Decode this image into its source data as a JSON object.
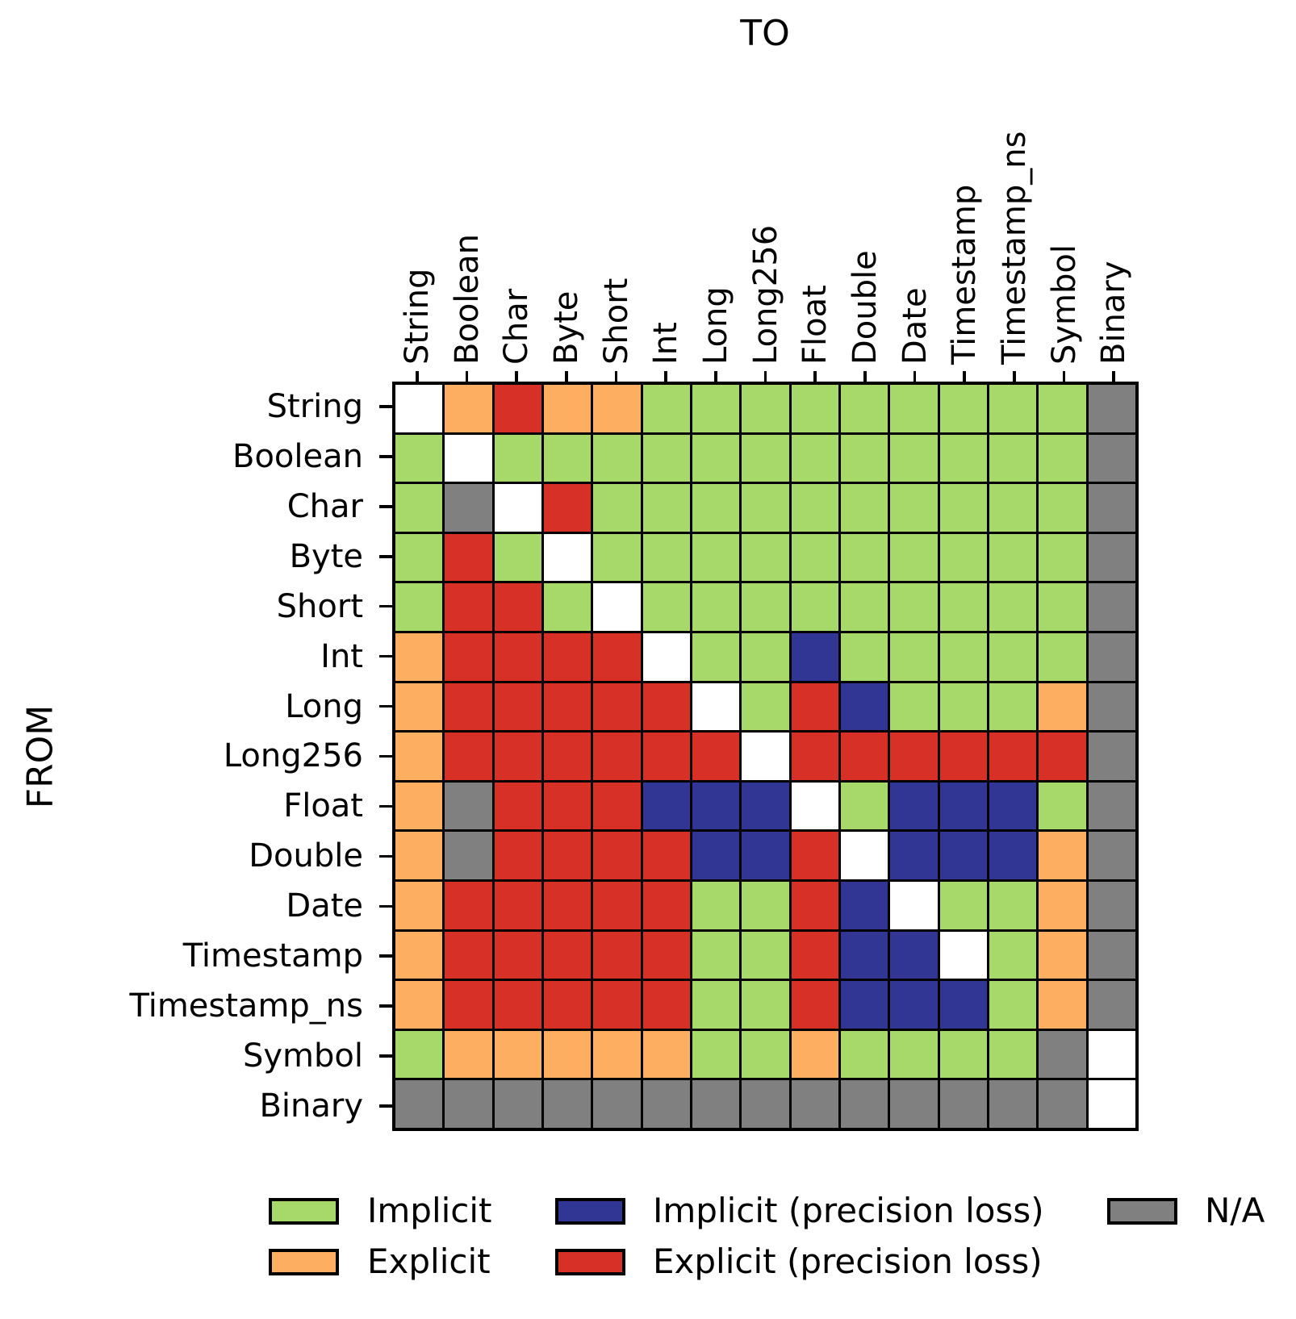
{
  "chart_data": {
    "type": "heatmap",
    "title": "TO",
    "ylabel": "FROM",
    "x_categories": [
      "String",
      "Boolean",
      "Char",
      "Byte",
      "Short",
      "Int",
      "Long",
      "Long256",
      "Float",
      "Double",
      "Date",
      "Timestamp",
      "Timestamp_ns",
      "Symbol",
      "Binary"
    ],
    "y_categories": [
      "String",
      "Boolean",
      "Char",
      "Byte",
      "Short",
      "Int",
      "Long",
      "Long256",
      "Float",
      "Double",
      "Date",
      "Timestamp",
      "Timestamp_ns",
      "Symbol",
      "Binary"
    ],
    "value_codes": {
      "I": "Implicit",
      "E": "Explicit",
      "IP": "Implicit (precision loss)",
      "EP": "Explicit (precision loss)",
      "NA": "N/A",
      "S": "Same type (blank)"
    },
    "palette": {
      "I": "#a6d96a",
      "E": "#fdae61",
      "IP": "#313695",
      "EP": "#d73027",
      "NA": "#808080",
      "S": "#ffffff"
    },
    "values": [
      [
        "S",
        "E",
        "EP",
        "E",
        "E",
        "I",
        "I",
        "I",
        "I",
        "I",
        "I",
        "I",
        "I",
        "I",
        "NA"
      ],
      [
        "I",
        "S",
        "I",
        "I",
        "I",
        "I",
        "I",
        "I",
        "I",
        "I",
        "I",
        "I",
        "I",
        "I",
        "NA"
      ],
      [
        "I",
        "NA",
        "S",
        "EP",
        "I",
        "I",
        "I",
        "I",
        "I",
        "I",
        "I",
        "I",
        "I",
        "I",
        "NA"
      ],
      [
        "I",
        "EP",
        "I",
        "S",
        "I",
        "I",
        "I",
        "I",
        "I",
        "I",
        "I",
        "I",
        "I",
        "I",
        "NA"
      ],
      [
        "I",
        "EP",
        "EP",
        "I",
        "S",
        "I",
        "I",
        "I",
        "I",
        "I",
        "I",
        "I",
        "I",
        "I",
        "NA"
      ],
      [
        "E",
        "EP",
        "EP",
        "EP",
        "EP",
        "S",
        "I",
        "I",
        "IP",
        "I",
        "I",
        "I",
        "I",
        "I",
        "NA"
      ],
      [
        "E",
        "EP",
        "EP",
        "EP",
        "EP",
        "EP",
        "S",
        "I",
        "EP",
        "IP",
        "I",
        "I",
        "I",
        "E",
        "NA"
      ],
      [
        "E",
        "EP",
        "EP",
        "EP",
        "EP",
        "EP",
        "EP",
        "S",
        "EP",
        "EP",
        "EP",
        "EP",
        "EP",
        "EP",
        "NA"
      ],
      [
        "E",
        "NA",
        "EP",
        "EP",
        "EP",
        "IP",
        "IP",
        "IP",
        "S",
        "I",
        "IP",
        "IP",
        "IP",
        "I",
        "NA"
      ],
      [
        "E",
        "NA",
        "EP",
        "EP",
        "EP",
        "EP",
        "IP",
        "IP",
        "EP",
        "S",
        "IP",
        "IP",
        "IP",
        "E",
        "NA"
      ],
      [
        "E",
        "EP",
        "EP",
        "EP",
        "EP",
        "EP",
        "I",
        "I",
        "EP",
        "IP",
        "S",
        "I",
        "I",
        "E",
        "NA"
      ],
      [
        "E",
        "EP",
        "EP",
        "EP",
        "EP",
        "EP",
        "I",
        "I",
        "EP",
        "IP",
        "IP",
        "S",
        "I",
        "E",
        "NA"
      ],
      [
        "E",
        "EP",
        "EP",
        "EP",
        "EP",
        "EP",
        "I",
        "I",
        "EP",
        "IP",
        "IP",
        "IP",
        "I",
        "E",
        "NA"
      ],
      [
        "I",
        "E",
        "E",
        "E",
        "E",
        "E",
        "I",
        "I",
        "E",
        "I",
        "I",
        "I",
        "I",
        "NA",
        "S"
      ],
      [
        "NA",
        "NA",
        "NA",
        "NA",
        "NA",
        "NA",
        "NA",
        "NA",
        "NA",
        "NA",
        "NA",
        "NA",
        "NA",
        "NA",
        "S"
      ]
    ],
    "legend_position": "bottom",
    "grid": true,
    "legend": [
      {
        "code": "I",
        "label": "Implicit"
      },
      {
        "code": "E",
        "label": "Explicit"
      },
      {
        "code": "IP",
        "label": "Implicit (precision loss)"
      },
      {
        "code": "EP",
        "label": "Explicit (precision loss)"
      },
      {
        "code": "NA",
        "label": "N/A"
      }
    ]
  }
}
